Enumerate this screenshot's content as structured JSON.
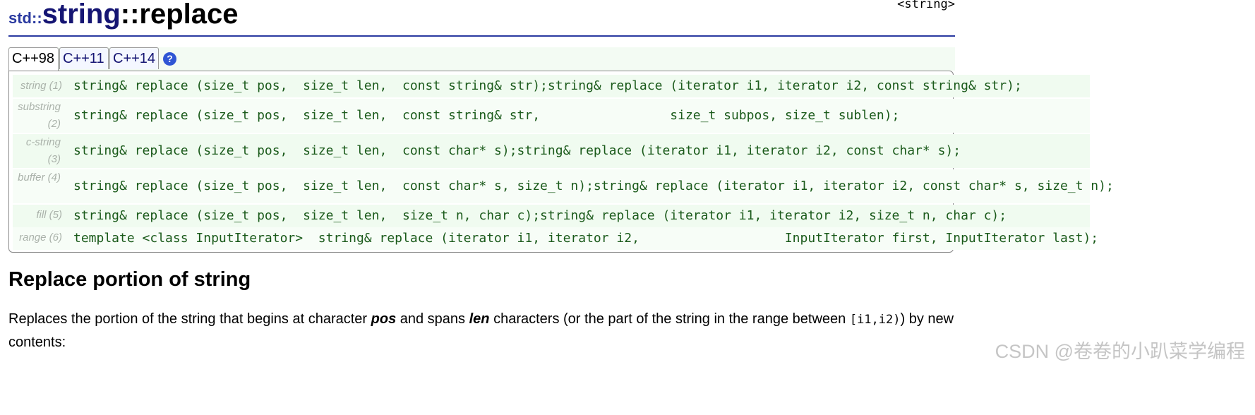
{
  "header": {
    "namespace": "std::",
    "class_name": "string",
    "separator": "::",
    "function_name": "replace",
    "header_file": "<string>"
  },
  "tabs": [
    {
      "label": "C++98",
      "active": true
    },
    {
      "label": "C++11",
      "active": false
    },
    {
      "label": "C++14",
      "active": false
    }
  ],
  "help_icon": {
    "glyph": "?",
    "icon": "help-icon"
  },
  "prototypes": [
    {
      "label": "string (1)",
      "code": "string& replace (size_t pos,  size_t len,  const string& str);string& replace (iterator i1, iterator i2, const string& str);"
    },
    {
      "label": "substring (2)",
      "code": "string& replace (size_t pos,  size_t len,  const string& str,                 size_t subpos, size_t sublen);"
    },
    {
      "label": "c-string (3)",
      "code": "string& replace (size_t pos,  size_t len,  const char* s);string& replace (iterator i1, iterator i2, const char* s);"
    },
    {
      "label": "buffer (4)",
      "code": "string& replace (size_t pos,  size_t len,  const char* s, size_t n);string& replace (iterator i1, iterator i2, const char* s, size_t n);"
    },
    {
      "label": "fill (5)",
      "code": "string& replace (size_t pos,  size_t len,  size_t n, char c);string& replace (iterator i1, iterator i2, size_t n, char c);"
    },
    {
      "label": "range (6)",
      "code": "template <class InputIterator>  string& replace (iterator i1, iterator i2,                   InputIterator first, InputIterator last);"
    }
  ],
  "section": {
    "title": "Replace portion of string"
  },
  "description": {
    "part1": "Replaces the portion of the string that begins at character ",
    "pos": "pos",
    "part2": " and spans ",
    "len": "len",
    "part3": " characters (or the part of the string in the range between ",
    "range": "[i1,i2)",
    "part4": ") by new contents:"
  },
  "watermark": "CSDN @卷卷的小趴菜学编程",
  "colors": {
    "accent": "#2a3aa0",
    "code": "#1a5a1a",
    "row_bg": "#f0fbf0"
  }
}
